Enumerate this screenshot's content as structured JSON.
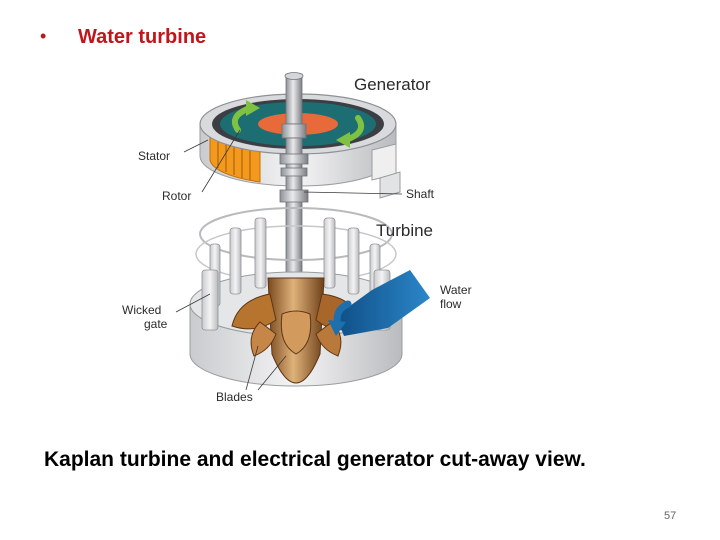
{
  "slide": {
    "bullet_symbol": "•",
    "bullet_text": "Water turbine",
    "caption": "Kaplan turbine and electrical generator cut-away view.",
    "page_number": "57"
  },
  "diagram": {
    "labels": {
      "generator": "Generator",
      "stator": "Stator",
      "rotor": "Rotor",
      "shaft": "Shaft",
      "turbine": "Turbine",
      "water_flow_line1": "Water",
      "water_flow_line2": "flow",
      "wicked_gate_line1": "Wicked",
      "wicked_gate_line2": "gate",
      "blades": "Blades"
    }
  },
  "colors": {
    "title_red": "#c0161b",
    "stator_orange": "#f39a1e",
    "rotor_teal": "#1c6e72",
    "arrow_green": "#7fc242",
    "water_blue": "#1d6fae",
    "blade_bronze": "#b7742e"
  }
}
